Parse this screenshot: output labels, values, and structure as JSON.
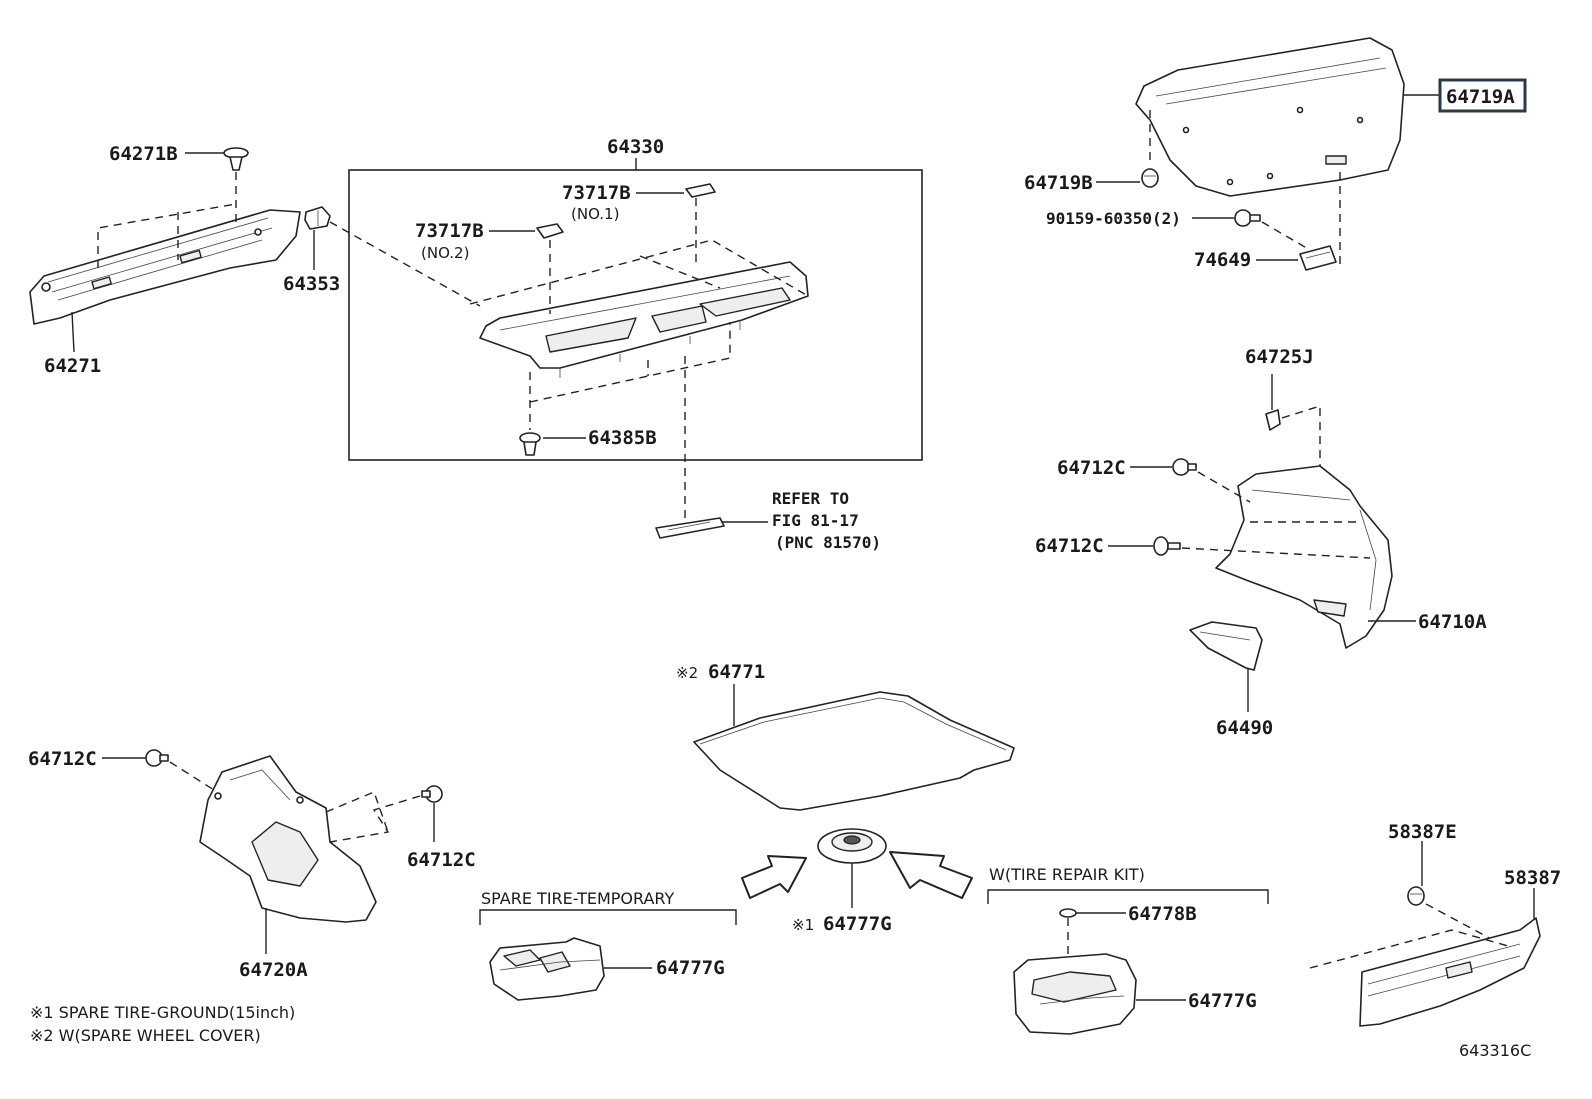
{
  "labels": {
    "p64271B": "64271B",
    "p64271": "64271",
    "p64353": "64353",
    "p64330": "64330",
    "p73717B_1": "73717B",
    "p73717B_1_sub": "(NO.1)",
    "p73717B_2": "73717B",
    "p73717B_2_sub": "(NO.2)",
    "p64385B": "64385B",
    "p64719A": "64719A",
    "p64719B": "64719B",
    "p90159": "90159-60350(2)",
    "p74649": "74649",
    "p64725J": "64725J",
    "p64712C_a": "64712C",
    "p64712C_b": "64712C",
    "p64710A": "64710A",
    "p64490": "64490",
    "p64771": "64771",
    "p64771_mark": "※2",
    "p64712C_c": "64712C",
    "p64712C_d": "64712C",
    "p64720A": "64720A",
    "p64777G_center": "64777G",
    "p64777G_center_mark": "※1",
    "p64777G_left": "64777G",
    "p64778B": "64778B",
    "p64777G_right": "64777G",
    "p58387E": "58387E",
    "p58387": "58387"
  },
  "refer": {
    "line1": "REFER TO",
    "line2": "FIG 81-17",
    "line3": "(PNC 81570)"
  },
  "groups": {
    "spare_temp": "SPARE TIRE-TEMPORARY",
    "tire_repair": "W(TIRE REPAIR KIT)"
  },
  "notes": {
    "note1": "※1 SPARE TIRE-GROUND(15inch)",
    "note2": "※2 W(SPARE WHEEL COVER)"
  },
  "figure_id": "643316C"
}
